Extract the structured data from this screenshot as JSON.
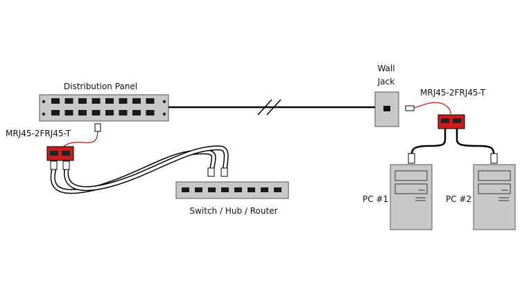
{
  "labels": {
    "distribution_panel": "Distribution Panel",
    "wall_jack_line1": "Wall",
    "wall_jack_line2": "Jack",
    "splitter_left": "MRJ45-2FRJ45-T",
    "splitter_right": "MRJ45-2FRJ45-T",
    "switch": "Switch / Hub / Router",
    "pc1": "PC #1",
    "pc2": "PC #2"
  },
  "colors": {
    "splitter": "#c81e1e",
    "cable": "#000000",
    "patch_cable": "#c81e1e",
    "device_gray": "#c8c8c8",
    "port": "#1a1a1a"
  },
  "distribution_panel": {
    "port_rows": 2,
    "ports_per_row": 8
  },
  "switch": {
    "ports": 8
  }
}
